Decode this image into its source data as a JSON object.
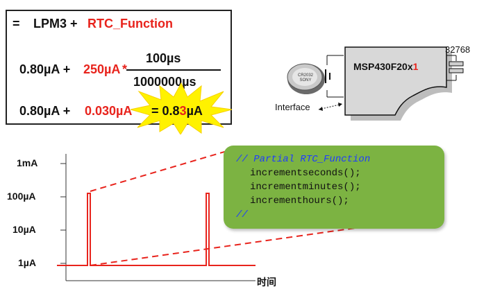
{
  "formula": {
    "line1_eq": "=",
    "line1_lpm": "LPM3 +",
    "line1_rtc": "RTC_Function",
    "line2_base": "0.80µA +",
    "line2_red": "250µA",
    "line2_star": "*",
    "frac_num": "100µs",
    "frac_den": "1000000µs",
    "line3_base": "0.80µA +",
    "line3_red": "0.030µA",
    "result_eq": "= 0.8",
    "result_red": "3",
    "result_unit": "µA"
  },
  "chip": {
    "name_prefix": "MSP430F20x",
    "name_suffix": "1",
    "crystal_freq": "32768",
    "battery_text_1": "CR2032",
    "battery_text_2": "SONY",
    "interface_label": "Interface"
  },
  "code": {
    "line1": "// Partial RTC_Function",
    "line2": "incrementseconds();",
    "line3": "incrementminutes();",
    "line4": "incrementhours();",
    "line5": "//"
  },
  "chart_data": {
    "type": "line",
    "y_scale": "log",
    "y_ticks": [
      "1mA",
      "100µA",
      "10µA",
      "1µA"
    ],
    "xlabel": "时间",
    "series": [
      {
        "baseline": "1µA",
        "peak": "100µA",
        "pulses": 2
      }
    ],
    "colors": {
      "trace": "#e8231c"
    }
  }
}
